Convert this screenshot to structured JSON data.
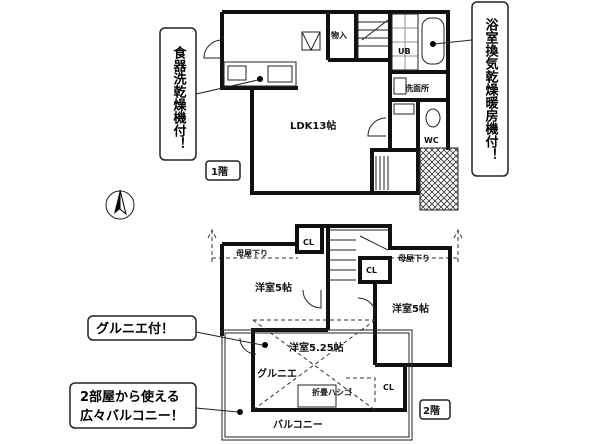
{
  "floor1": {
    "floor_label": "1階",
    "rooms": {
      "ldk": "LDK13帖",
      "storage": "物入",
      "bath": "UB",
      "washroom": "洗面所",
      "toilet": "WC"
    },
    "callout_dishwasher": "食器洗乾燥機付！",
    "callout_bath_dryer": "浴室換気乾燥暖房機付！"
  },
  "floor2": {
    "floor_label": "2階",
    "rooms": {
      "west_room": "洋室5帖",
      "east_room": "洋室5帖",
      "center_room": "洋室5.25帖",
      "closet": "CL",
      "loft": "グルニエ",
      "ladder": "折畳ハシゴ",
      "balcony": "バルコニー",
      "roof_slope": "母屋下り"
    },
    "callout_loft": "グルニエ付！",
    "callout_balcony_line1": "2部屋から使える",
    "callout_balcony_line2": "広々バルコニー！"
  },
  "compass": {
    "icon": "north-arrow-icon"
  }
}
